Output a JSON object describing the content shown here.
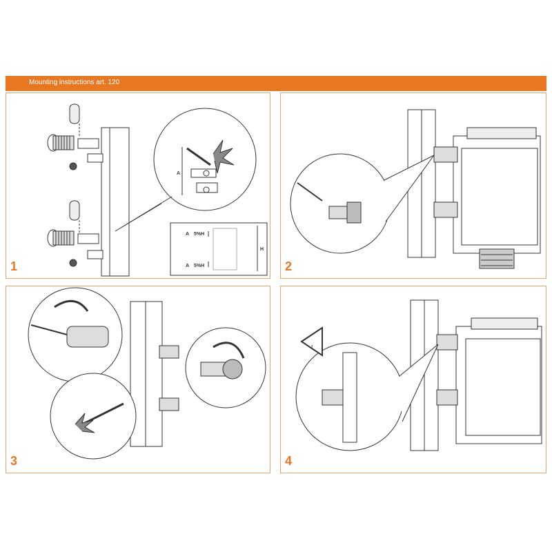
{
  "header": {
    "title": "Mounting instructions art. 120",
    "color": "#e87722"
  },
  "steps": [
    {
      "number": "1",
      "labels": {
        "a": "A",
        "pct": "5%H",
        "h": "H"
      }
    },
    {
      "number": "2"
    },
    {
      "number": "3"
    },
    {
      "number": "4",
      "warning_symbol": "!"
    }
  ],
  "icons": [
    "hinge-bolt-icon",
    "washer-icon",
    "screw-icon",
    "drill-icon",
    "rotate-arrow-icon",
    "warning-triangle-icon",
    "wood-block-icon"
  ]
}
